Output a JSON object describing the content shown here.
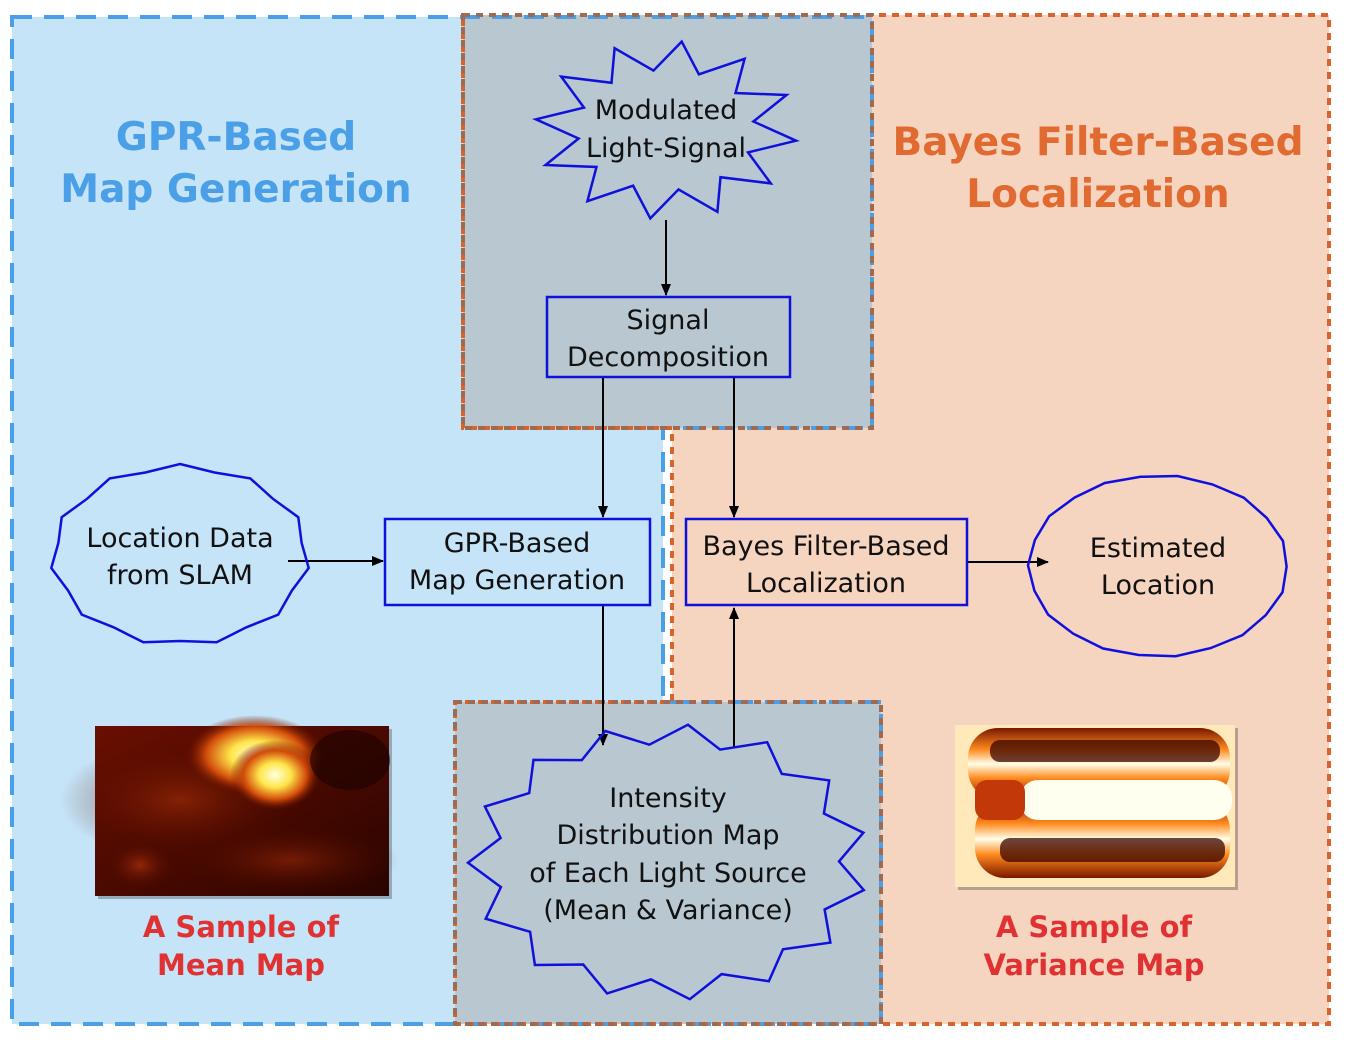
{
  "colors": {
    "gpr_region_fill": "#c5e4f7",
    "gpr_region_border": "#4a9fe6",
    "bayes_region_fill": "#f5d4c0",
    "bayes_region_border": "#d8632b",
    "shared_region_fill": "#b9c8d0",
    "shared_region_border": "#9e6a52",
    "node_border": "#1010dd",
    "gpr_title": "#4a9fe6",
    "bayes_title": "#e06a30",
    "caption": "#e03232",
    "arrow": "#000000"
  },
  "regions": {
    "gpr_title_line1": "GPR-Based",
    "gpr_title_line2": "Map Generation",
    "bayes_title_line1": "Bayes Filter-Based",
    "bayes_title_line2": "Localization"
  },
  "nodes": {
    "modulated_signal": {
      "shape": "star",
      "line1": "Modulated",
      "line2": "Light-Signal"
    },
    "signal_decomposition": {
      "shape": "box",
      "line1": "Signal",
      "line2": "Decomposition"
    },
    "location_data": {
      "shape": "star",
      "line1": "Location Data",
      "line2": "from SLAM"
    },
    "gpr_map_generation": {
      "shape": "box",
      "line1": "GPR-Based",
      "line2": "Map Generation"
    },
    "bayes_localization": {
      "shape": "box",
      "line1": "Bayes Filter-Based",
      "line2": "Localization"
    },
    "estimated_location": {
      "shape": "star",
      "line1": "Estimated",
      "line2": "Location"
    },
    "intensity_map": {
      "shape": "star",
      "line1": "Intensity",
      "line2": "Distribution Map",
      "line3": "of Each Light Source",
      "line4": "(Mean & Variance)"
    }
  },
  "samples": {
    "mean_map": {
      "caption_line1": "A Sample of",
      "caption_line2": "Mean Map",
      "image": "heatmap"
    },
    "variance_map": {
      "caption_line1": "A Sample of",
      "caption_line2": "Variance Map",
      "image": "heatmap"
    }
  },
  "edges": [
    {
      "from": "modulated_signal",
      "to": "signal_decomposition"
    },
    {
      "from": "signal_decomposition",
      "to": "gpr_map_generation"
    },
    {
      "from": "signal_decomposition",
      "to": "bayes_localization"
    },
    {
      "from": "location_data",
      "to": "gpr_map_generation"
    },
    {
      "from": "gpr_map_generation",
      "to": "intensity_map"
    },
    {
      "from": "intensity_map",
      "to": "bayes_localization"
    },
    {
      "from": "bayes_localization",
      "to": "estimated_location"
    }
  ]
}
